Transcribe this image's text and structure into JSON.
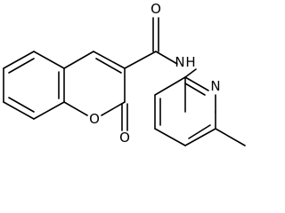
{
  "structure": {
    "atoms": {
      "carbonyl_oxygen": "O",
      "amide_nitrogen": "N",
      "amide_hydrogen": "H",
      "ring_oxygen": "O",
      "lactone_oxygen": "O",
      "pyridine_nitrogen": "N"
    }
  }
}
